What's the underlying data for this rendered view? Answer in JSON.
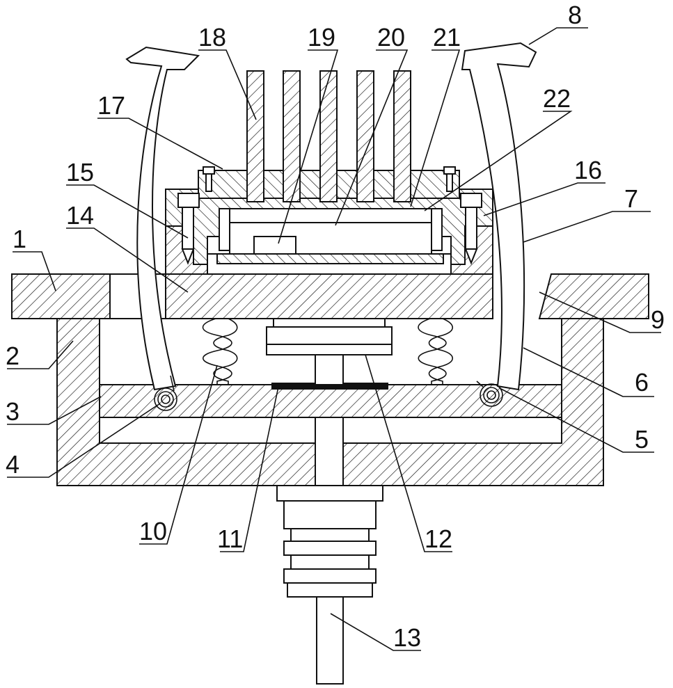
{
  "figure": {
    "labels": [
      {
        "id": "1",
        "text": "1"
      },
      {
        "id": "2",
        "text": "2"
      },
      {
        "id": "3",
        "text": "3"
      },
      {
        "id": "4",
        "text": "4"
      },
      {
        "id": "5",
        "text": "5"
      },
      {
        "id": "6",
        "text": "6"
      },
      {
        "id": "7",
        "text": "7"
      },
      {
        "id": "8",
        "text": "8"
      },
      {
        "id": "9",
        "text": "9"
      },
      {
        "id": "10",
        "text": "10"
      },
      {
        "id": "11",
        "text": "11"
      },
      {
        "id": "12",
        "text": "12"
      },
      {
        "id": "13",
        "text": "13"
      },
      {
        "id": "14",
        "text": "14"
      },
      {
        "id": "15",
        "text": "15"
      },
      {
        "id": "16",
        "text": "16"
      },
      {
        "id": "17",
        "text": "17"
      },
      {
        "id": "18",
        "text": "18"
      },
      {
        "id": "19",
        "text": "19"
      },
      {
        "id": "20",
        "text": "20"
      },
      {
        "id": "21",
        "text": "21"
      },
      {
        "id": "22",
        "text": "22"
      }
    ]
  }
}
